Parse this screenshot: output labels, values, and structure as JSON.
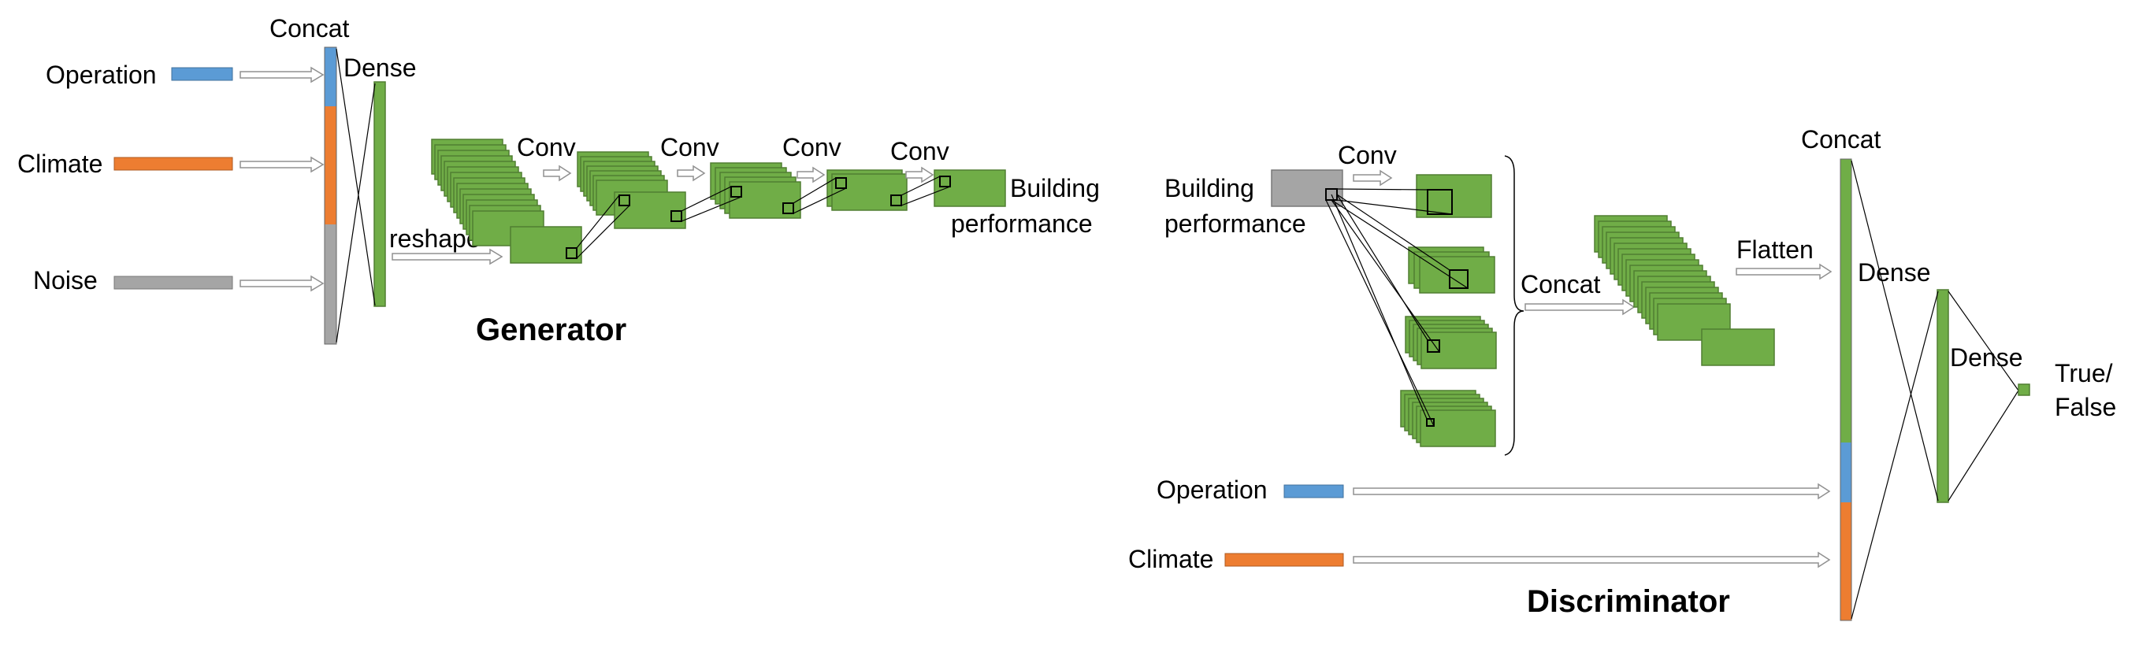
{
  "colors": {
    "operation": "#5b9bd5",
    "climate": "#ed7d31",
    "noise": "#a5a5a5",
    "layer": "#70ad47",
    "layer_border": "#507e32",
    "building_performance_input": "#a5a5a5"
  },
  "generator": {
    "title": "Generator",
    "inputs": {
      "operation": "Operation",
      "climate": "Climate",
      "noise": "Noise"
    },
    "concat_label": "Concat",
    "dense_label": "Dense",
    "reshape_label": "reshape",
    "conv_labels": [
      "Conv",
      "Conv",
      "Conv",
      "Conv"
    ],
    "output_line1": "Building",
    "output_line2": "performance"
  },
  "discriminator": {
    "title": "Discriminator",
    "input_line1": "Building",
    "input_line2": "performance",
    "conv_label": "Conv",
    "concat_label": "Concat",
    "flatten_label": "Flatten",
    "concat2_label": "Concat",
    "dense1_label": "Dense",
    "dense2_label": "Dense",
    "output_line1": "True/",
    "output_line2": "False",
    "operation_label": "Operation",
    "climate_label": "Climate"
  }
}
